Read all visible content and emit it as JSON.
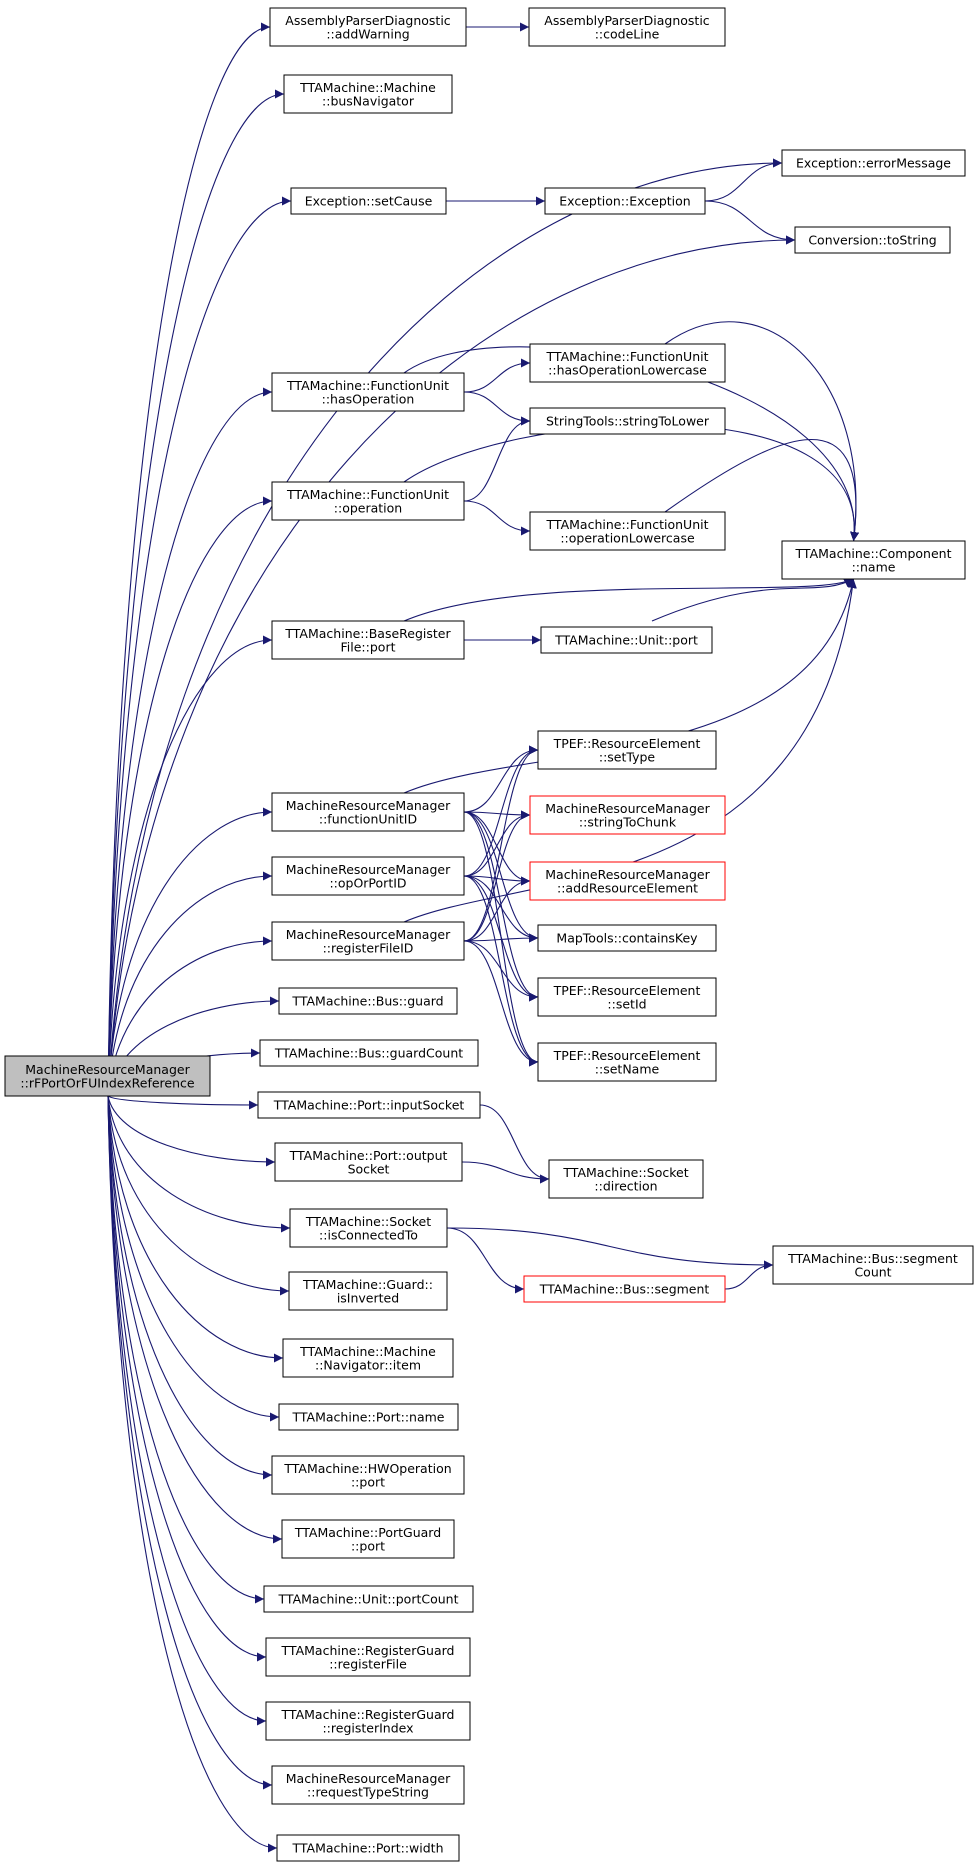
{
  "colors": {
    "edge": "#191970",
    "node_border": "#000000",
    "truncated_border": "#ff0000",
    "root_fill": "#bfbfbf",
    "node_fill": "#ffffff"
  },
  "nodes": {
    "root": {
      "lines": [
        "MachineResourceManager",
        "::rFPortOrFUIndexReference"
      ],
      "style": "root"
    },
    "n_addWarning": {
      "lines": [
        "AssemblyParserDiagnostic",
        "::addWarning"
      ],
      "style": "normal"
    },
    "n_codeLine": {
      "lines": [
        "AssemblyParserDiagnostic",
        "::codeLine"
      ],
      "style": "normal"
    },
    "n_busNavigator": {
      "lines": [
        "TTAMachine::Machine",
        "::busNavigator"
      ],
      "style": "normal"
    },
    "n_errorMessage": {
      "lines": [
        "Exception::errorMessage"
      ],
      "style": "normal"
    },
    "n_setCause": {
      "lines": [
        "Exception::setCause"
      ],
      "style": "normal"
    },
    "n_exception": {
      "lines": [
        "Exception::Exception"
      ],
      "style": "normal"
    },
    "n_toString": {
      "lines": [
        "Conversion::toString"
      ],
      "style": "normal"
    },
    "n_hasOperation": {
      "lines": [
        "TTAMachine::FunctionUnit",
        "::hasOperation"
      ],
      "style": "normal"
    },
    "n_hasOpLower": {
      "lines": [
        "TTAMachine::FunctionUnit",
        "::hasOperationLowercase"
      ],
      "style": "normal"
    },
    "n_stringToLower": {
      "lines": [
        "StringTools::stringToLower"
      ],
      "style": "normal"
    },
    "n_operation": {
      "lines": [
        "TTAMachine::FunctionUnit",
        "::operation"
      ],
      "style": "normal"
    },
    "n_opLower": {
      "lines": [
        "TTAMachine::FunctionUnit",
        "::operationLowercase"
      ],
      "style": "normal"
    },
    "n_compName": {
      "lines": [
        "TTAMachine::Component",
        "::name"
      ],
      "style": "normal"
    },
    "n_brfPort": {
      "lines": [
        "TTAMachine::BaseRegister",
        "File::port"
      ],
      "style": "normal"
    },
    "n_unitPort": {
      "lines": [
        "TTAMachine::Unit::port"
      ],
      "style": "normal"
    },
    "n_fuID": {
      "lines": [
        "MachineResourceManager",
        "::functionUnitID"
      ],
      "style": "normal"
    },
    "n_setType": {
      "lines": [
        "TPEF::ResourceElement",
        "::setType"
      ],
      "style": "normal"
    },
    "n_strToChunk": {
      "lines": [
        "MachineResourceManager",
        "::stringToChunk"
      ],
      "style": "truncated"
    },
    "n_opOrPortID": {
      "lines": [
        "MachineResourceManager",
        "::opOrPortID"
      ],
      "style": "normal"
    },
    "n_addResElem": {
      "lines": [
        "MachineResourceManager",
        "::addResourceElement"
      ],
      "style": "truncated"
    },
    "n_regFileID": {
      "lines": [
        "MachineResourceManager",
        "::registerFileID"
      ],
      "style": "normal"
    },
    "n_containsKey": {
      "lines": [
        "MapTools::containsKey"
      ],
      "style": "normal"
    },
    "n_setId": {
      "lines": [
        "TPEF::ResourceElement",
        "::setId"
      ],
      "style": "normal"
    },
    "n_busGuard": {
      "lines": [
        "TTAMachine::Bus::guard"
      ],
      "style": "normal"
    },
    "n_setName": {
      "lines": [
        "TPEF::ResourceElement",
        "::setName"
      ],
      "style": "normal"
    },
    "n_guardCount": {
      "lines": [
        "TTAMachine::Bus::guardCount"
      ],
      "style": "normal"
    },
    "n_inputSocket": {
      "lines": [
        "TTAMachine::Port::inputSocket"
      ],
      "style": "normal"
    },
    "n_outputSocket": {
      "lines": [
        "TTAMachine::Port::output",
        "Socket"
      ],
      "style": "normal"
    },
    "n_direction": {
      "lines": [
        "TTAMachine::Socket",
        "::direction"
      ],
      "style": "normal"
    },
    "n_isConnectedTo": {
      "lines": [
        "TTAMachine::Socket",
        "::isConnectedTo"
      ],
      "style": "normal"
    },
    "n_segmentCount": {
      "lines": [
        "TTAMachine::Bus::segment",
        "Count"
      ],
      "style": "normal"
    },
    "n_segment": {
      "lines": [
        "TTAMachine::Bus::segment"
      ],
      "style": "truncated"
    },
    "n_isInverted": {
      "lines": [
        "TTAMachine::Guard::",
        "isInverted"
      ],
      "style": "normal"
    },
    "n_navItem": {
      "lines": [
        "TTAMachine::Machine",
        "::Navigator::item"
      ],
      "style": "normal"
    },
    "n_portName": {
      "lines": [
        "TTAMachine::Port::name"
      ],
      "style": "normal"
    },
    "n_hwopPort": {
      "lines": [
        "TTAMachine::HWOperation",
        "::port"
      ],
      "style": "normal"
    },
    "n_pgPort": {
      "lines": [
        "TTAMachine::PortGuard",
        "::port"
      ],
      "style": "normal"
    },
    "n_portCount": {
      "lines": [
        "TTAMachine::Unit::portCount"
      ],
      "style": "normal"
    },
    "n_rgRegFile": {
      "lines": [
        "TTAMachine::RegisterGuard",
        "::registerFile"
      ],
      "style": "normal"
    },
    "n_rgRegIndex": {
      "lines": [
        "TTAMachine::RegisterGuard",
        "::registerIndex"
      ],
      "style": "normal"
    },
    "n_reqType": {
      "lines": [
        "MachineResourceManager",
        "::requestTypeString"
      ],
      "style": "normal"
    },
    "n_portWidth": {
      "lines": [
        "TTAMachine::Port::width"
      ],
      "style": "normal"
    }
  },
  "edges": [
    [
      "root",
      "n_addWarning"
    ],
    [
      "root",
      "n_busNavigator"
    ],
    [
      "root",
      "n_errorMessage"
    ],
    [
      "root",
      "n_setCause"
    ],
    [
      "root",
      "n_toString"
    ],
    [
      "root",
      "n_hasOperation"
    ],
    [
      "root",
      "n_operation"
    ],
    [
      "root",
      "n_brfPort"
    ],
    [
      "root",
      "n_fuID"
    ],
    [
      "root",
      "n_opOrPortID"
    ],
    [
      "root",
      "n_regFileID"
    ],
    [
      "root",
      "n_busGuard"
    ],
    [
      "root",
      "n_guardCount"
    ],
    [
      "root",
      "n_inputSocket"
    ],
    [
      "root",
      "n_outputSocket"
    ],
    [
      "root",
      "n_isConnectedTo"
    ],
    [
      "root",
      "n_isInverted"
    ],
    [
      "root",
      "n_navItem"
    ],
    [
      "root",
      "n_portName"
    ],
    [
      "root",
      "n_hwopPort"
    ],
    [
      "root",
      "n_pgPort"
    ],
    [
      "root",
      "n_portCount"
    ],
    [
      "root",
      "n_rgRegFile"
    ],
    [
      "root",
      "n_rgRegIndex"
    ],
    [
      "root",
      "n_reqType"
    ],
    [
      "root",
      "n_portWidth"
    ],
    [
      "n_addWarning",
      "n_codeLine"
    ],
    [
      "n_setCause",
      "n_exception"
    ],
    [
      "n_exception",
      "n_errorMessage"
    ],
    [
      "n_exception",
      "n_toString"
    ],
    [
      "n_hasOperation",
      "n_hasOpLower"
    ],
    [
      "n_hasOperation",
      "n_stringToLower"
    ],
    [
      "n_hasOperation",
      "n_compName"
    ],
    [
      "n_hasOpLower",
      "n_compName"
    ],
    [
      "n_operation",
      "n_stringToLower"
    ],
    [
      "n_operation",
      "n_opLower"
    ],
    [
      "n_operation",
      "n_compName"
    ],
    [
      "n_opLower",
      "n_compName"
    ],
    [
      "n_brfPort",
      "n_compName"
    ],
    [
      "n_brfPort",
      "n_unitPort"
    ],
    [
      "n_unitPort",
      "n_compName"
    ],
    [
      "n_fuID",
      "n_compName"
    ],
    [
      "n_fuID",
      "n_setType"
    ],
    [
      "n_fuID",
      "n_strToChunk"
    ],
    [
      "n_fuID",
      "n_addResElem"
    ],
    [
      "n_fuID",
      "n_containsKey"
    ],
    [
      "n_fuID",
      "n_setId"
    ],
    [
      "n_fuID",
      "n_setName"
    ],
    [
      "n_opOrPortID",
      "n_setType"
    ],
    [
      "n_opOrPortID",
      "n_strToChunk"
    ],
    [
      "n_opOrPortID",
      "n_addResElem"
    ],
    [
      "n_opOrPortID",
      "n_containsKey"
    ],
    [
      "n_opOrPortID",
      "n_setId"
    ],
    [
      "n_opOrPortID",
      "n_setName"
    ],
    [
      "n_regFileID",
      "n_setType"
    ],
    [
      "n_regFileID",
      "n_strToChunk"
    ],
    [
      "n_regFileID",
      "n_addResElem"
    ],
    [
      "n_regFileID",
      "n_containsKey"
    ],
    [
      "n_regFileID",
      "n_setId"
    ],
    [
      "n_regFileID",
      "n_setName"
    ],
    [
      "n_regFileID",
      "n_compName"
    ],
    [
      "n_inputSocket",
      "n_direction"
    ],
    [
      "n_outputSocket",
      "n_direction"
    ],
    [
      "n_isConnectedTo",
      "n_segmentCount"
    ],
    [
      "n_isConnectedTo",
      "n_segment"
    ],
    [
      "n_segment",
      "n_segmentCount"
    ]
  ]
}
